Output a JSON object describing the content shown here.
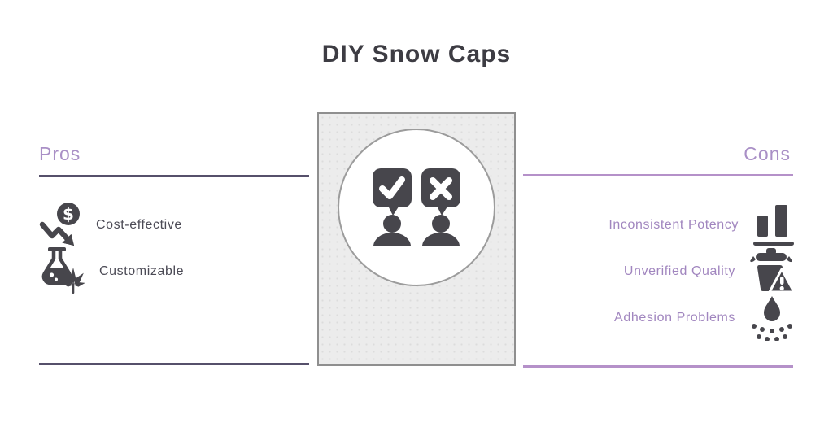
{
  "title": "DIY Snow Caps",
  "pros": {
    "heading": "Pros",
    "items": [
      {
        "label": "Cost-effective",
        "icon": "dollar-decline-icon"
      },
      {
        "label": "Customizable",
        "icon": "flask-cannabis-icon"
      }
    ]
  },
  "cons": {
    "heading": "Cons",
    "items": [
      {
        "label": "Inconsistent Potency",
        "icon": "bar-chart-icon"
      },
      {
        "label": "Unverified Quality",
        "icon": "jar-warning-icon"
      },
      {
        "label": "Adhesion Problems",
        "icon": "droplet-spray-icon"
      }
    ]
  },
  "center": {
    "icon": "approve-reject-people-icon"
  },
  "colors": {
    "title_text": "#3d3c43",
    "icon_dark": "#47464c",
    "pros_label_text": "#4b4a55",
    "cons_label_text": "#a186bf",
    "heading_purple": "#a98fc6",
    "pros_line": "#56506b",
    "cons_line": "#b591c9",
    "card_fill": "#ececec",
    "card_border": "#8f8f8f"
  }
}
